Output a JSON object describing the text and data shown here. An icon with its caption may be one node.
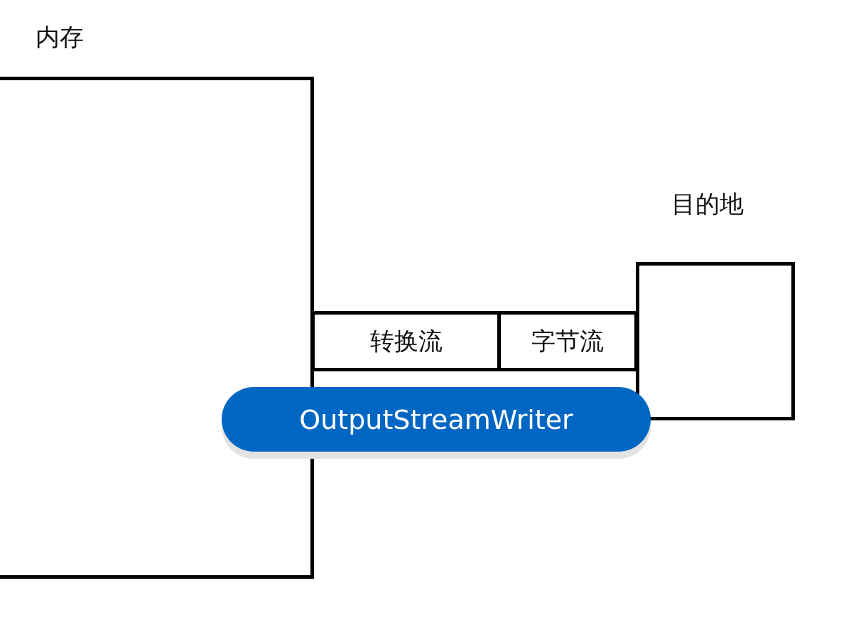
{
  "diagram": {
    "nodes": [
      {
        "text": [
          "内存"
        ]
      },
      {
        "text": [
          "目的地"
        ]
      },
      {
        "text": [
          "转换流"
        ]
      },
      {
        "text": [
          "字节流"
        ]
      },
      {
        "text": [
          "OutputStreamWriter"
        ]
      }
    ],
    "edges": []
  }
}
